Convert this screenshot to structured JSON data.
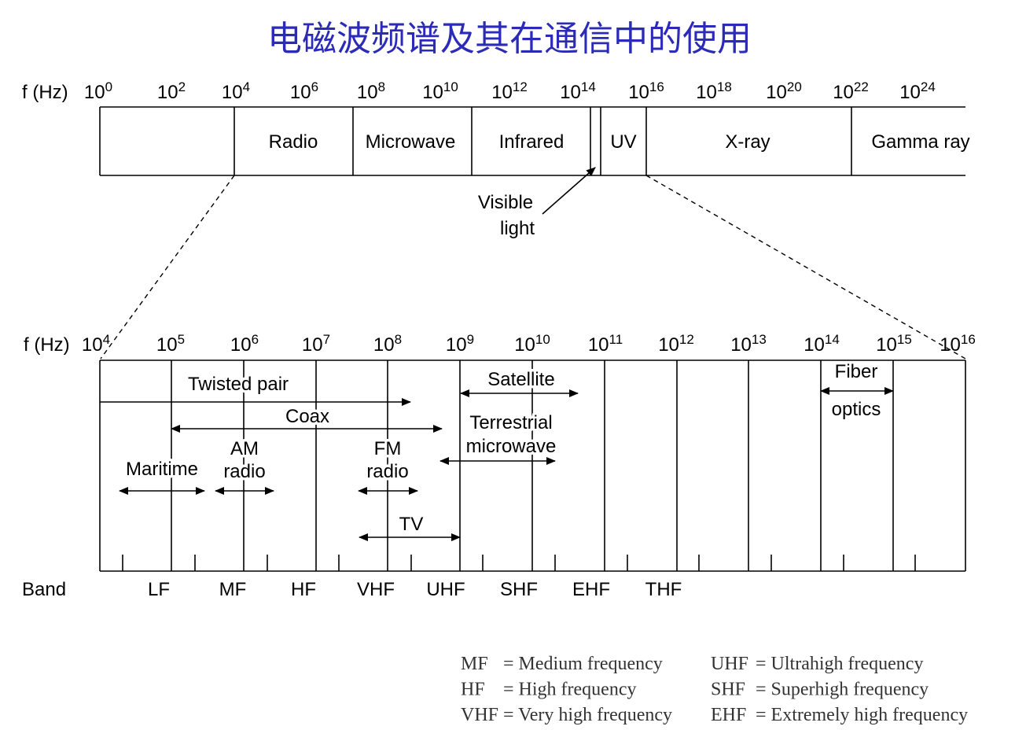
{
  "title": "电磁波频谱及其在通信中的使用",
  "top_axis": {
    "label": "f (Hz)",
    "ticks": [
      {
        "base": "10",
        "exp": "0"
      },
      {
        "base": "10",
        "exp": "2"
      },
      {
        "base": "10",
        "exp": "4"
      },
      {
        "base": "10",
        "exp": "6"
      },
      {
        "base": "10",
        "exp": "8"
      },
      {
        "base": "10",
        "exp": "10"
      },
      {
        "base": "10",
        "exp": "12"
      },
      {
        "base": "10",
        "exp": "14"
      },
      {
        "base": "10",
        "exp": "16"
      },
      {
        "base": "10",
        "exp": "18"
      },
      {
        "base": "10",
        "exp": "20"
      },
      {
        "base": "10",
        "exp": "22"
      },
      {
        "base": "10",
        "exp": "24"
      }
    ],
    "regions": [
      "Radio",
      "Microwave",
      "Infrared",
      "UV",
      "X-ray",
      "Gamma ray"
    ],
    "visible_light": [
      "Visible",
      "light"
    ]
  },
  "bottom_axis": {
    "label": "f (Hz)",
    "ticks": [
      {
        "base": "10",
        "exp": "4"
      },
      {
        "base": "10",
        "exp": "5"
      },
      {
        "base": "10",
        "exp": "6"
      },
      {
        "base": "10",
        "exp": "7"
      },
      {
        "base": "10",
        "exp": "8"
      },
      {
        "base": "10",
        "exp": "9"
      },
      {
        "base": "10",
        "exp": "10"
      },
      {
        "base": "10",
        "exp": "11"
      },
      {
        "base": "10",
        "exp": "12"
      },
      {
        "base": "10",
        "exp": "13"
      },
      {
        "base": "10",
        "exp": "14"
      },
      {
        "base": "10",
        "exp": "15"
      },
      {
        "base": "10",
        "exp": "16"
      }
    ],
    "media": {
      "twisted_pair": "Twisted pair",
      "coax": "Coax",
      "satellite": "Satellite",
      "terrestrial": [
        "Terrestrial",
        "microwave"
      ],
      "maritime": "Maritime",
      "am_radio": [
        "AM",
        "radio"
      ],
      "fm_radio": [
        "FM",
        "radio"
      ],
      "tv": "TV",
      "fiber": [
        "Fiber",
        "optics"
      ]
    },
    "band_label": "Band",
    "bands": [
      "LF",
      "MF",
      "HF",
      "VHF",
      "UHF",
      "SHF",
      "EHF",
      "THF"
    ]
  },
  "legend": [
    {
      "abbr": "MF",
      "eq": "= Medium frequency"
    },
    {
      "abbr": "HF",
      "eq": "= High frequency"
    },
    {
      "abbr": "VHF",
      "eq": "= Very high frequency"
    },
    {
      "abbr": "UHF",
      "eq": "= Ultrahigh frequency"
    },
    {
      "abbr": "SHF",
      "eq": "= Superhigh frequency"
    },
    {
      "abbr": "EHF",
      "eq": "= Extremely high frequency"
    }
  ]
}
